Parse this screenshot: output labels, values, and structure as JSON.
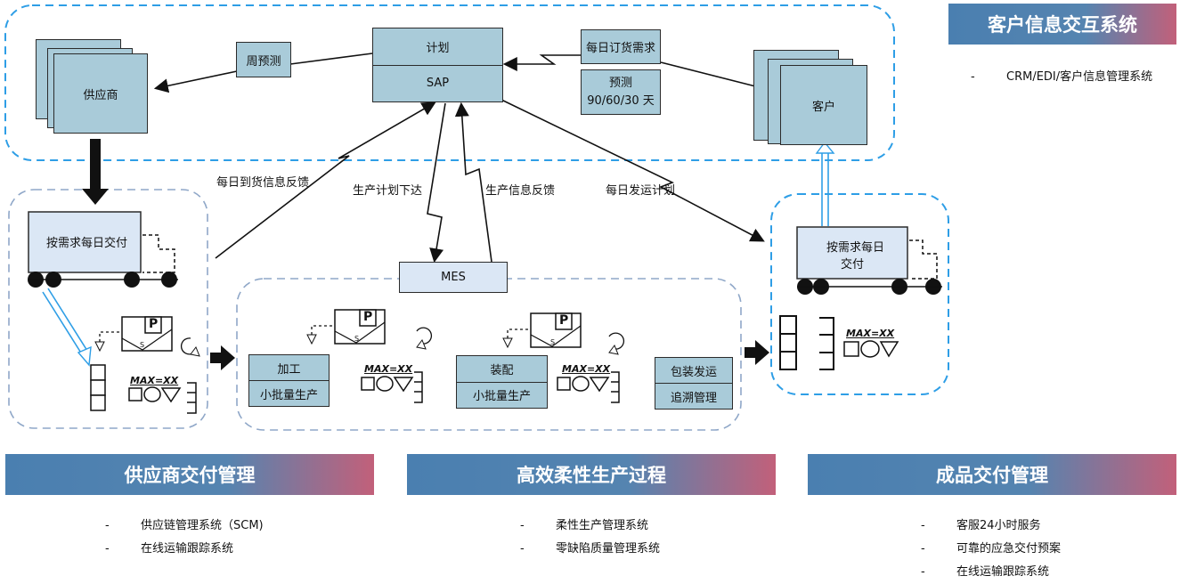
{
  "header": {
    "title": "客户信息交互系统",
    "bullet": "CRM/EDI/客户信息管理系统"
  },
  "nodes": {
    "supplier": "供应商",
    "customer": "客户",
    "plan": "计划",
    "sap": "SAP",
    "weekly_forecast": "周预测",
    "daily_order": "每日订货需求",
    "forecast": "预测",
    "forecast_days": "90/60/30 天",
    "mes": "MES",
    "supplier_truck": "按需求每日交付",
    "customer_truck_line1": "按需求每日",
    "customer_truck_line2": "交付",
    "process1_top": "加工",
    "process1_bottom": "小批量生产",
    "process2_top": "装配",
    "process2_bottom": "小批量生产",
    "process3_top": "包装发运",
    "process3_bottom": "追溯管理",
    "kanban_p": "P",
    "kanban_s": "S",
    "max_label": "MAX=XX"
  },
  "flows": {
    "daily_arrival_feedback": "每日到货信息反馈",
    "production_plan_issue": "生产计划下达",
    "production_info_feedback": "生产信息反馈",
    "daily_shipping_plan": "每日发运计划"
  },
  "sections": [
    {
      "title": "供应商交付管理",
      "items": [
        "供应链管理系统（SCM)",
        "在线运输跟踪系统"
      ]
    },
    {
      "title": "高效柔性生产过程",
      "items": [
        "柔性生产管理系统",
        "零缺陷质量管理系统"
      ]
    },
    {
      "title": "成品交付管理",
      "items": [
        "客服24小时服务",
        "可靠的应急交付预案",
        "在线运输跟踪系统"
      ]
    }
  ],
  "colors": {
    "box_fill": "#a9cbd9",
    "dashed_border": "#2e9ee6",
    "region_border": "#8fa7c8",
    "band_start": "#4a7fb0",
    "band_end": "#c2607a"
  }
}
